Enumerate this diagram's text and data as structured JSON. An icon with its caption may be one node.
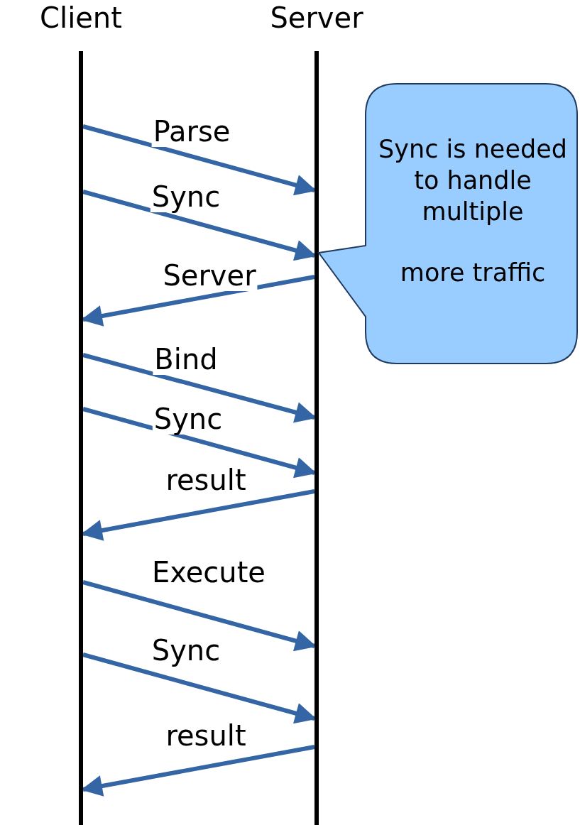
{
  "diagram": {
    "nodes": [
      {
        "text": [
          "Client"
        ]
      },
      {
        "text": [
          "Server"
        ]
      },
      {
        "text": [
          "Sync is needed to handle multiple",
          "more traffic"
        ]
      }
    ],
    "edges": [
      {
        "from": 0,
        "to": 1,
        "arrow": "to",
        "label": "Parse"
      },
      {
        "from": 0,
        "to": 1,
        "arrow": "to",
        "label": "Sync"
      },
      {
        "from": 1,
        "to": 0,
        "arrow": "to",
        "label": "Server"
      },
      {
        "from": 0,
        "to": 1,
        "arrow": "to",
        "label": "Bind"
      },
      {
        "from": 0,
        "to": 1,
        "arrow": "to",
        "label": "Sync"
      },
      {
        "from": 1,
        "to": 0,
        "arrow": "to",
        "label": "result"
      },
      {
        "from": 0,
        "to": 1,
        "arrow": "to",
        "label": "Execute"
      },
      {
        "from": 0,
        "to": 1,
        "arrow": "to",
        "label": "Sync"
      },
      {
        "from": 1,
        "to": 0,
        "arrow": "to",
        "label": "result"
      }
    ]
  }
}
